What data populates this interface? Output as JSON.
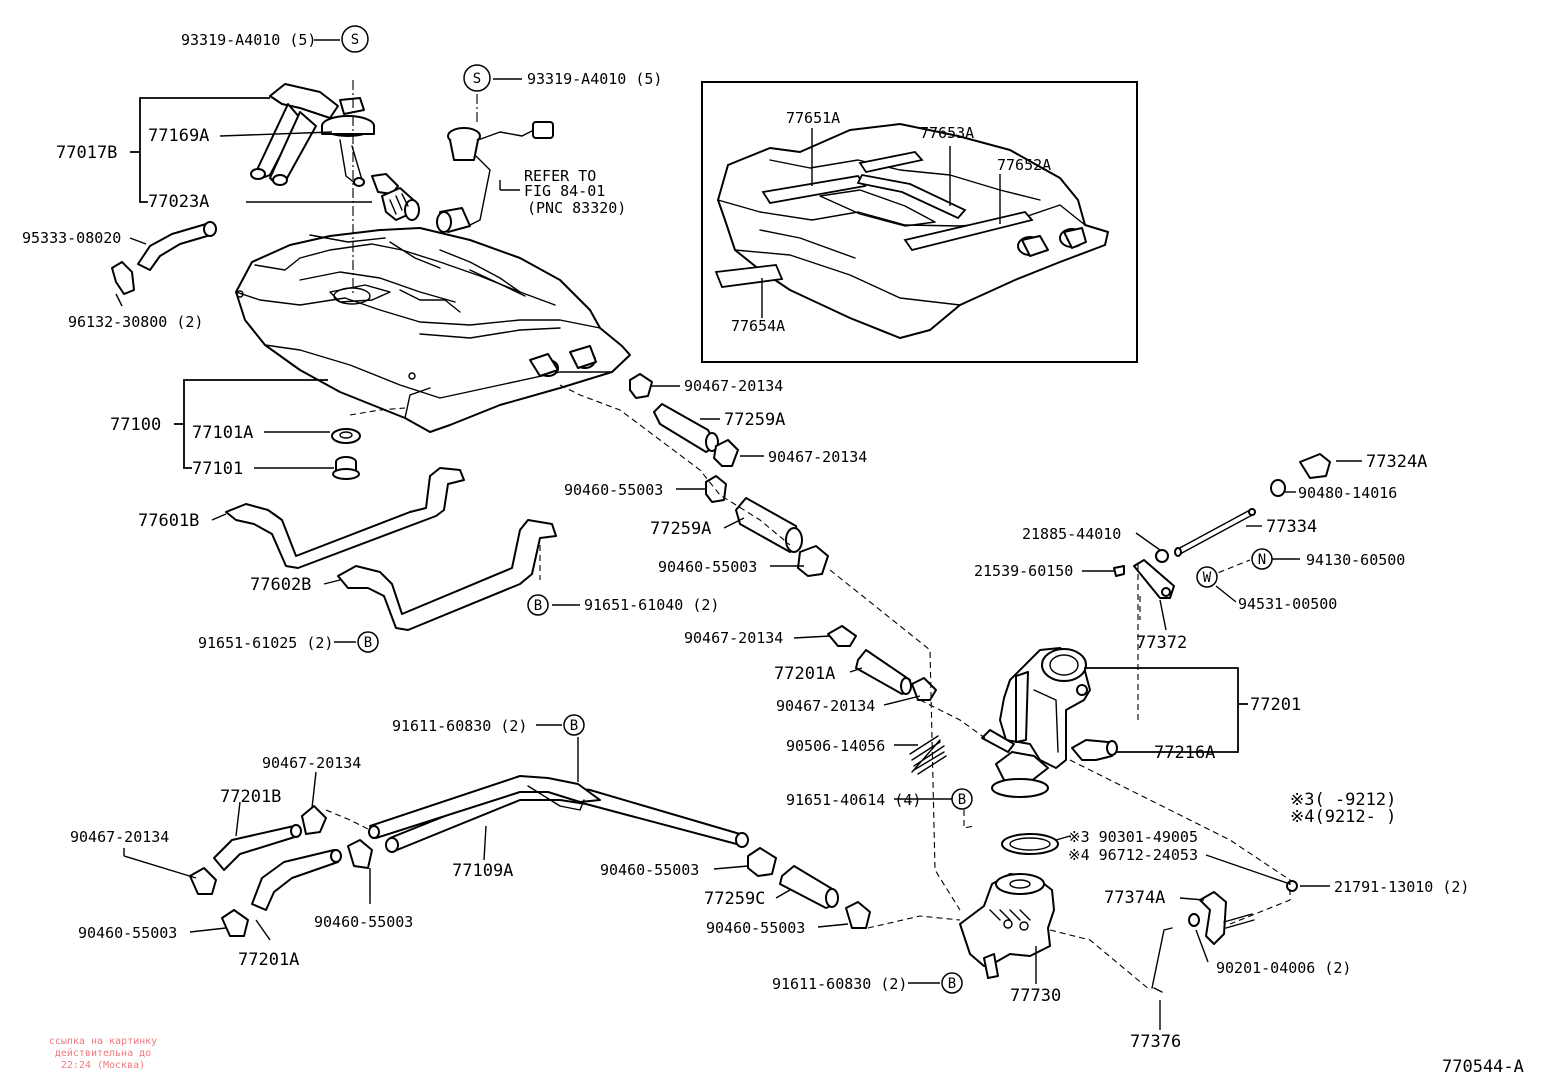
{
  "labels": {
    "p93319_top": "93319-A4010 (5)",
    "p93319_mid": "93319-A4010 (5)",
    "p77017B": "77017B",
    "p77169A": "77169A",
    "p77023A": "77023A",
    "refer_1": "REFER TO",
    "refer_2": "FIG 84-01",
    "refer_3": "(PNC 83320)",
    "p95333": "95333-08020",
    "p96132": "96132-30800 (2)",
    "p77651A": "77651A",
    "p77653A": "77653A",
    "p77652A": "77652A",
    "p77654A": "77654A",
    "p77100": "77100",
    "p77101A": "77101A",
    "p77101": "77101",
    "p90467_a": "90467-20134",
    "p77259A_a": "77259A",
    "p90467_b": "90467-20134",
    "p90460_a": "90460-55003",
    "p77259A_b": "77259A",
    "p90460_b": "90460-55003",
    "p77601B": "77601B",
    "p77602B": "77602B",
    "p91651_61040": "91651-61040 (2)",
    "p91651_61025": "91651-61025 (2)",
    "p77324A": "77324A",
    "p90480": "90480-14016",
    "p21885": "21885-44010",
    "p77334": "77334",
    "p21539": "21539-60150",
    "p94130": "94130-60500",
    "p94531": "94531-00500",
    "p77372": "77372",
    "p90467_c": "90467-20134",
    "p77201A_a": "77201A",
    "p90467_d": "90467-20134",
    "p77201": "77201",
    "p90506": "90506-14056",
    "p77216A": "77216A",
    "p91611_top": "91611-60830 (2)",
    "p91651_40614": "91651-40614 (4)",
    "p90467_e": "90467-20134",
    "p77201B": "77201B",
    "p90467_f": "90467-20134",
    "p77109A": "77109A",
    "p90460_c": "90460-55003",
    "p77259C": "77259C",
    "p90460_d": "90460-55003",
    "p90460_e": "90460-55003",
    "p77201A_b": "77201A",
    "p91611_bot": "91611-60830 (2)",
    "p77730": "77730",
    "p90301": "※3 90301-49005",
    "p96712": "※4 96712-24053",
    "note3": "※3(      -9212)",
    "note4": "※4(9212-      )",
    "p77374A": "77374A",
    "p21791": "21791-13010 (2)",
    "p90201": "90201-04006 (2)",
    "p77376": "77376",
    "diagram_id": "770544-A"
  },
  "symbols": {
    "s1": "S",
    "s2": "S",
    "b1": "B",
    "b2": "B",
    "b3": "B",
    "b4": "B",
    "b5": "B",
    "n1": "N",
    "w1": "W"
  },
  "watermark": {
    "line1": "ссылка на картинку",
    "line2": "действительна до",
    "line3": "22:24 (Москва)"
  }
}
